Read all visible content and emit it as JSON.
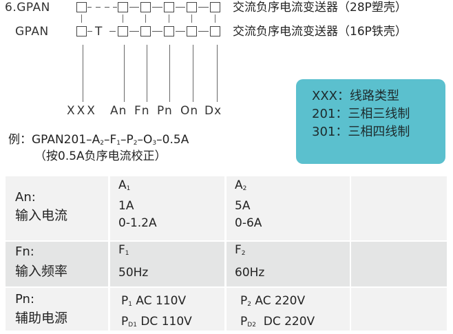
{
  "model_rows": [
    {
      "prefix": "6.GPAN",
      "middle": "---",
      "description": "交流负序电流变送器（28P塑壳）"
    },
    {
      "prefix": "GPAN",
      "middle": "T",
      "description": "交流负序电流变送器（16P铁壳）"
    }
  ],
  "code_labels": [
    "XXX",
    "An",
    "Fn",
    "Pn",
    "On",
    "Dx"
  ],
  "example": {
    "prefix": "例：GPAN201",
    "parts": [
      {
        "base": "A",
        "sub": "2"
      },
      {
        "base": "F",
        "sub": "1"
      },
      {
        "base": "P",
        "sub": "2"
      },
      {
        "base": "O",
        "sub": "3"
      }
    ],
    "suffix": "0.5A",
    "note": "（按0.5A负序电流校正）"
  },
  "legend_box": {
    "color": "#5BC0CE",
    "lines": [
      "XXX：线路类型",
      "201：三相三线制",
      "301：三相四线制"
    ]
  },
  "table": {
    "rows": [
      {
        "code": "An:",
        "name": "输入电流",
        "cells": [
          {
            "symbol": "A",
            "sub": "1",
            "lines": [
              "1A",
              "0-1.2A"
            ]
          },
          {
            "symbol": "A",
            "sub": "2",
            "lines": [
              "5A",
              "0-6A"
            ]
          },
          {
            "symbol": "",
            "sub": "",
            "lines": []
          }
        ]
      },
      {
        "code": "Fn:",
        "name": "输入频率",
        "cells": [
          {
            "symbol": "F",
            "sub": "1",
            "lines": [
              "50Hz"
            ]
          },
          {
            "symbol": "F",
            "sub": "2",
            "lines": [
              "60Hz"
            ]
          },
          {
            "symbol": "",
            "sub": "",
            "lines": []
          }
        ]
      },
      {
        "code": "Pn:",
        "name": "辅助电源",
        "cells": [
          {
            "lines": [
              {
                "base": "P",
                "sub": "1",
                "text": "AC 110V"
              },
              {
                "base": "P",
                "sub": "D1",
                "text": "DC 110V"
              }
            ]
          },
          {
            "lines": [
              {
                "base": "P",
                "sub": "2",
                "text": "AC 220V"
              },
              {
                "base": "P",
                "sub": "D2",
                "text": "DC 220V"
              }
            ]
          },
          {
            "lines": []
          }
        ]
      }
    ],
    "colors": {
      "light": "#f2f2f2",
      "dark": "#e4e5e5"
    }
  }
}
